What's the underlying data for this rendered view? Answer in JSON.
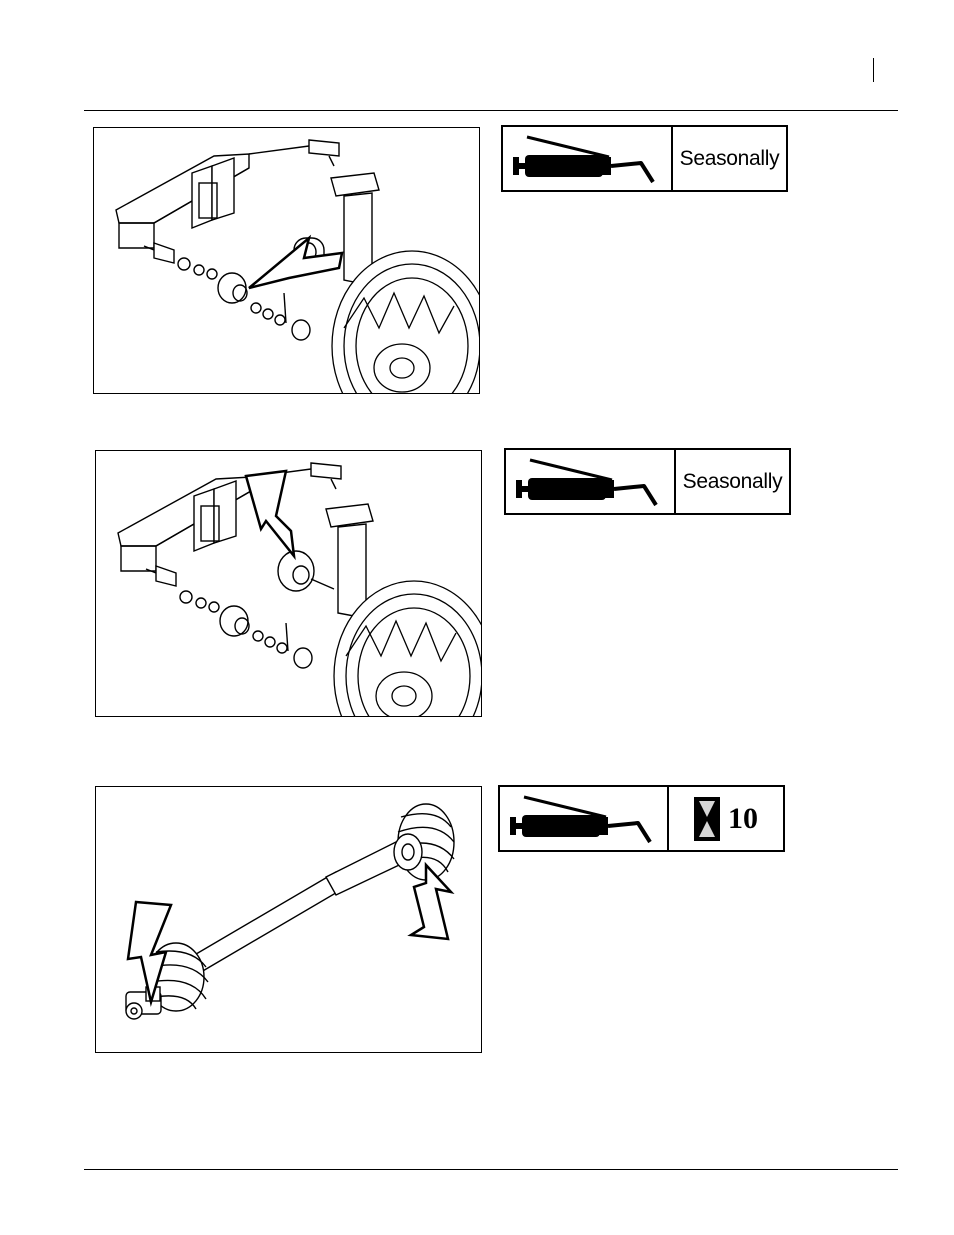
{
  "decals": [
    {
      "interval_label": "Seasonally",
      "icon": "grease-gun-icon"
    },
    {
      "interval_label": "Seasonally",
      "icon": "grease-gun-icon"
    },
    {
      "interval_label": "10",
      "icon": "grease-gun-icon",
      "secondary_icon": "hourglass-icon"
    }
  ],
  "figures": [
    {
      "subject": "wheel-hub-assembly",
      "icon": "hub-exploded-view"
    },
    {
      "subject": "wheel-hub-assembly",
      "icon": "hub-exploded-view"
    },
    {
      "subject": "pto-driveline",
      "icon": "driveline-view"
    }
  ]
}
